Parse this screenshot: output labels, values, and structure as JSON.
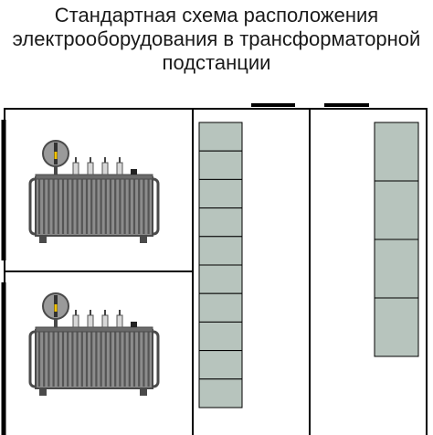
{
  "title": {
    "line1": "Стандартная схема расположения",
    "line2": "электрооборудования в трансформаторной",
    "line3": "подстанции"
  },
  "colors": {
    "cell_fill": "#b7c4bd",
    "outline": "#000000",
    "transformer_dark": "#4a4a4a",
    "transformer_mid": "#8c8c8c",
    "gauge": "#9a9a9a",
    "indicator": "#f2c200"
  },
  "layout_data": {
    "transformer_rooms": 2,
    "middle_cells": 10,
    "right_cells": 4
  }
}
